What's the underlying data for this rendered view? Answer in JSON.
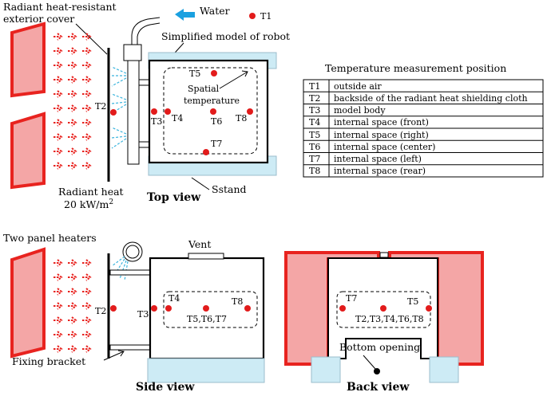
{
  "top": {
    "title_radiant_cover": [
      "Radiant heat-resistant",
      "exterior cover"
    ],
    "water": "Water",
    "simplified_model": "Simplified model of robot",
    "spatial_temperature": [
      "Spatial",
      "temperature"
    ],
    "radiant_heat": "Radiant heat",
    "radiant_heat_value": "20 kW/m",
    "radiant_heat_sup": "2",
    "view_label": "Top view",
    "stand_label": "Sstand",
    "sensors": {
      "t1": "T1",
      "t2": "T2",
      "t3": "T3",
      "t4": "T4",
      "t5": "T5",
      "t6": "T6",
      "t7": "T7",
      "t8": "T8"
    }
  },
  "table": {
    "title": "Temperature measurement position",
    "rows": [
      {
        "id": "T1",
        "desc": "outside air"
      },
      {
        "id": "T2",
        "desc": "backside of the radiant heat shielding cloth"
      },
      {
        "id": "T3",
        "desc": "model body"
      },
      {
        "id": "T4",
        "desc": "internal space (front)"
      },
      {
        "id": "T5",
        "desc": "internal space (right)"
      },
      {
        "id": "T6",
        "desc": "internal space (center)"
      },
      {
        "id": "T7",
        "desc": "internal space (left)"
      },
      {
        "id": "T8",
        "desc": "internal space (rear)"
      }
    ]
  },
  "side": {
    "two_panel_heaters": "Two panel heaters",
    "vent": "Vent",
    "fixing_bracket": "Fixing bracket",
    "view_label": "Side view",
    "t2": "T2",
    "t3": "T3",
    "t4": "T4",
    "t8": "T8",
    "group": "T5,T6,T7"
  },
  "back": {
    "view_label": "Back view",
    "bottom_opening": "Bottom opening",
    "t7": "T7",
    "t5": "T5",
    "group": "T2,T3,T4,T6,T8"
  },
  "colors": {
    "heater_fill": "#f4a6a6",
    "heater_stroke": "#e8231f",
    "sensor": "#e21b1b",
    "stand": "#cdebf5",
    "water_arrow": "#1aa0e0",
    "spray": "#3ab4dd"
  }
}
